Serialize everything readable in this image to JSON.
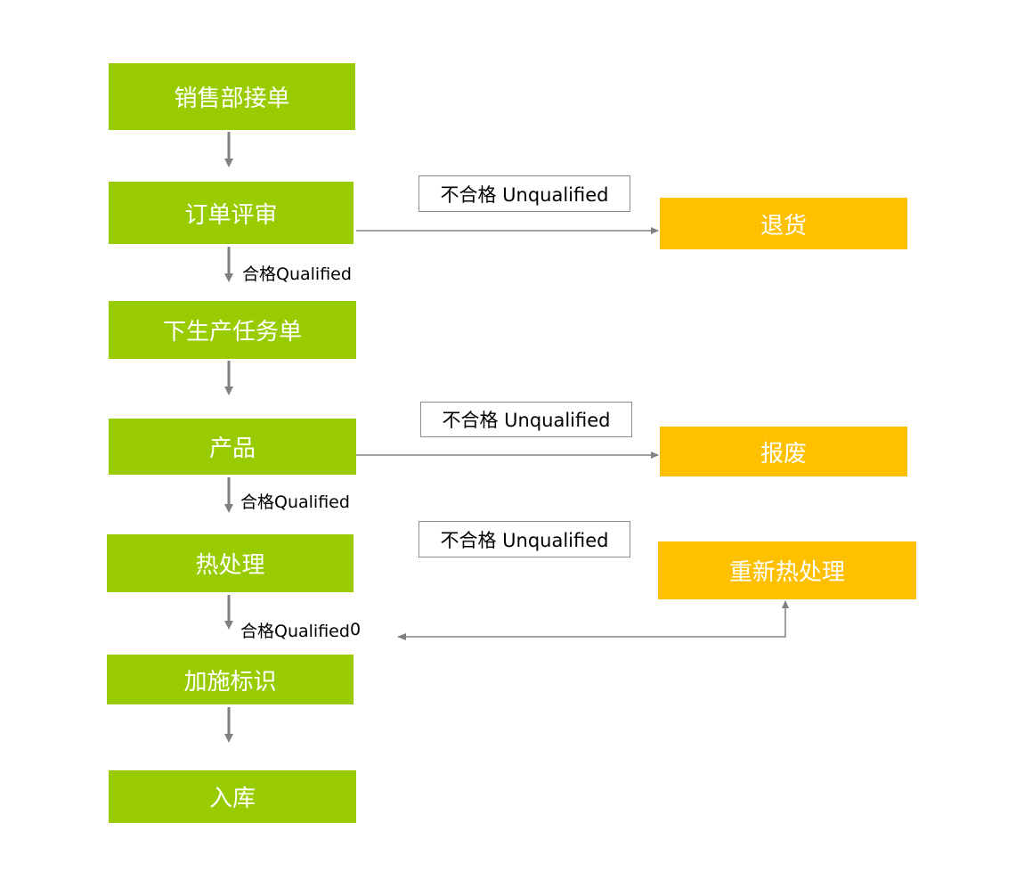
{
  "flow": {
    "steps": [
      "销售部接单",
      "订单评审",
      "下生产任务单",
      "产品",
      "热处理",
      "加施标识",
      "入库"
    ],
    "outcomes": [
      "退货",
      "报废",
      "重新热处理"
    ],
    "unqualified_labels": [
      "不合格 Unqualified",
      "不合格 Unqualified",
      "不合格 Unqualified"
    ],
    "qualified_labels": [
      "合格Qualified",
      "合格Qualified",
      "合格Qualified"
    ],
    "loop_marker": "0"
  },
  "colors": {
    "step": "#99cc00",
    "outcome": "#ffc000",
    "connector": "#808080"
  }
}
